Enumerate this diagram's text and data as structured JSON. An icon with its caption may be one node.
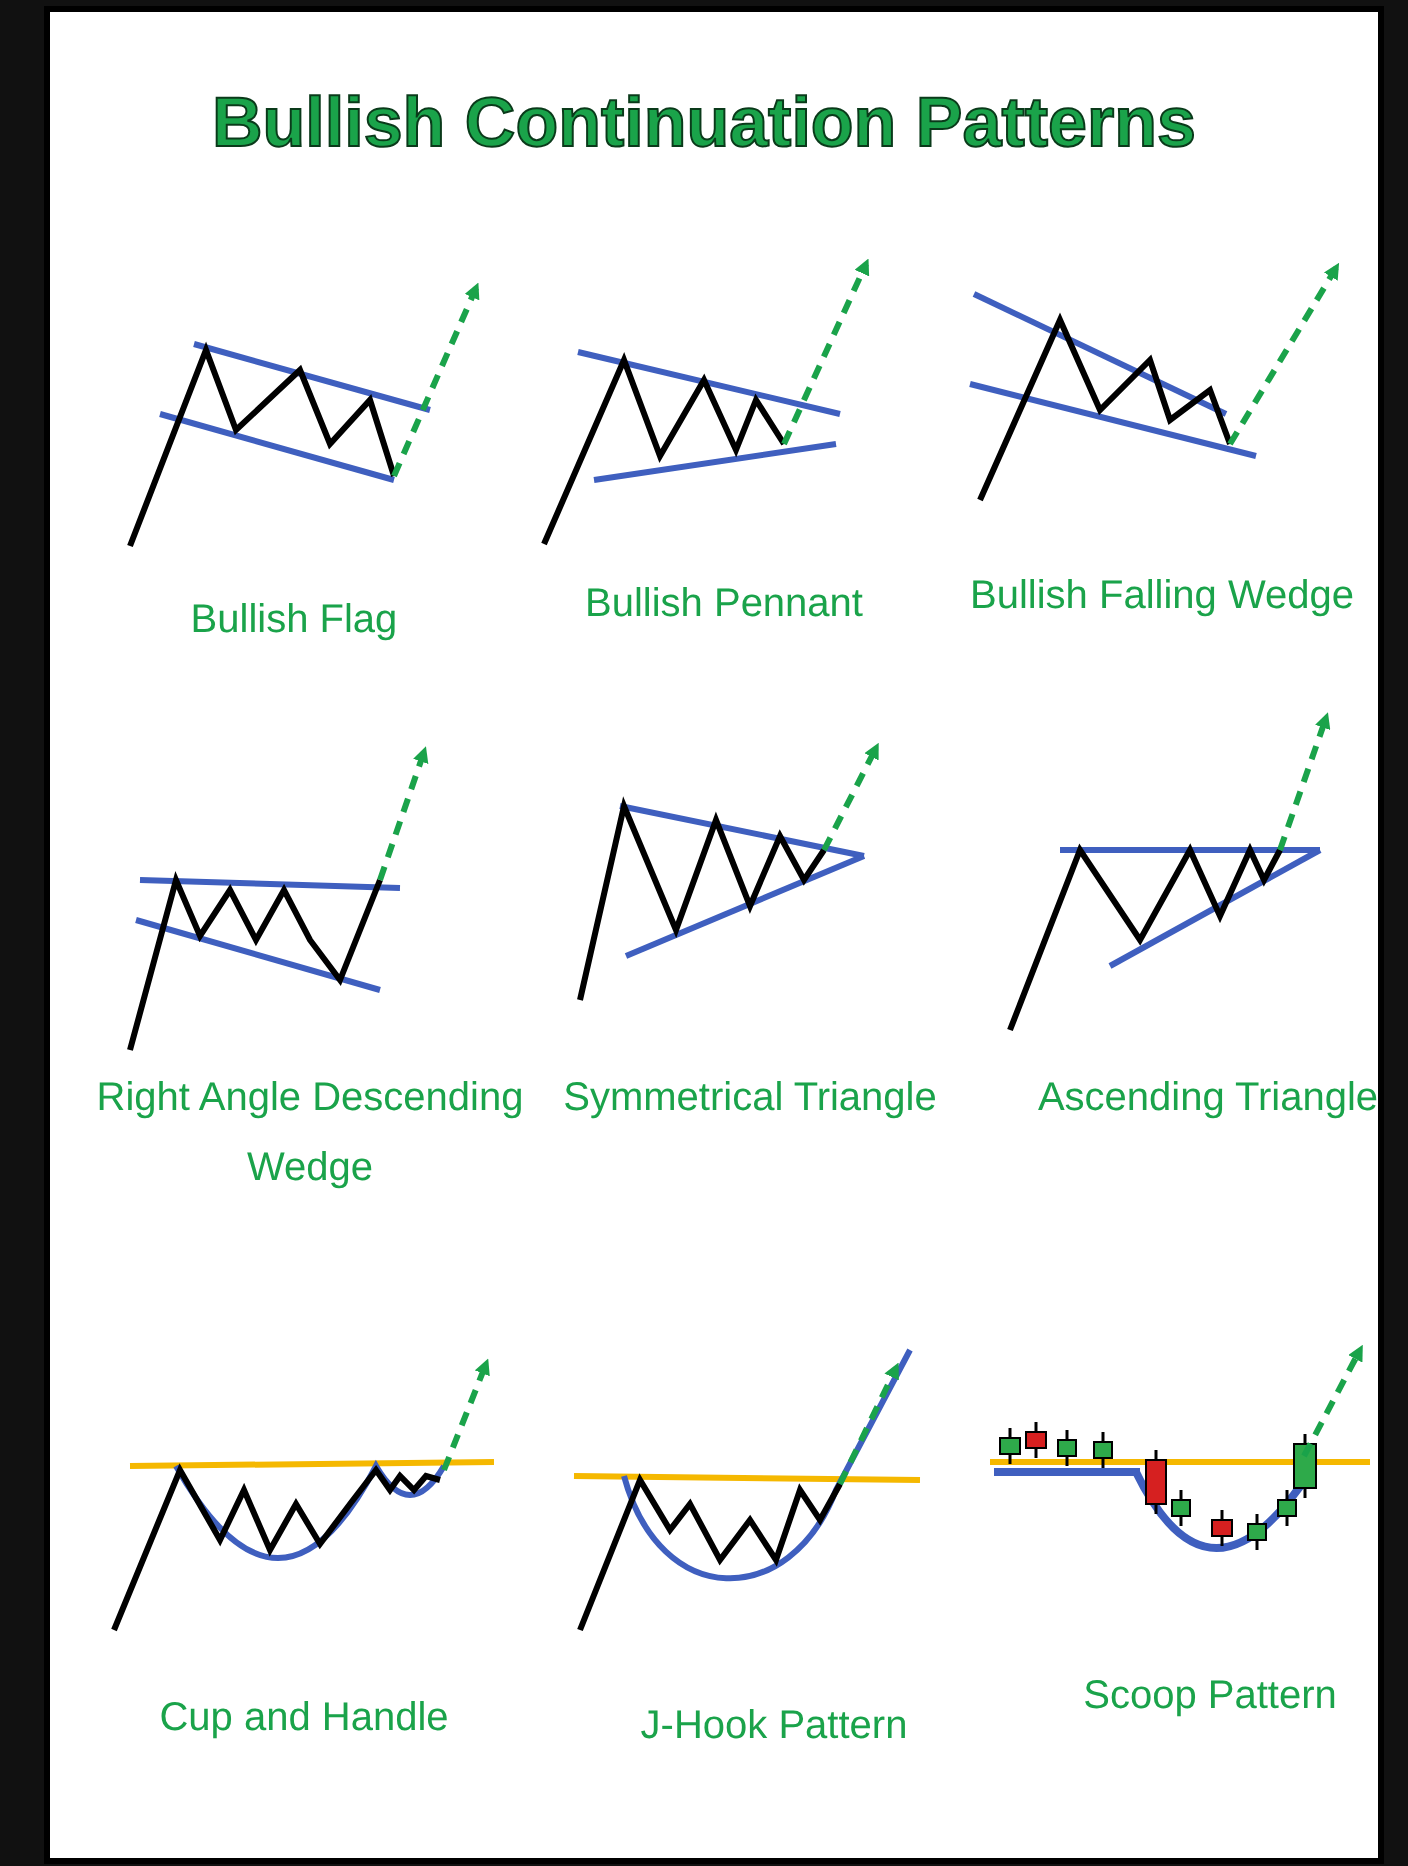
{
  "diagram": {
    "title": "Bullish Continuation Patterns",
    "labels": [
      "Bullish Flag",
      "Bullish Pennant",
      "Bullish Falling Wedge",
      "Right Angle Descending Wedge",
      "Symmetrical Triangle",
      "Ascending Triangle",
      "Cup and Handle",
      "J-Hook Pattern",
      "Scoop Pattern"
    ]
  }
}
